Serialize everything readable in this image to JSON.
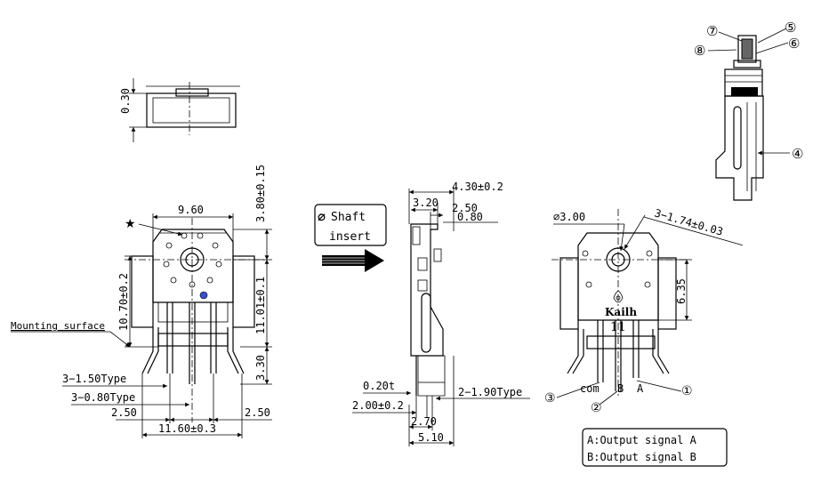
{
  "top_view": {
    "height_dim": "0.30"
  },
  "front_view": {
    "width_dim": "9.60",
    "star": "★",
    "top_dim": "3.80±0.15",
    "left_height": "10.70±0.2",
    "right_height": "11.01±0.1",
    "mounting_label": "Mounting surface",
    "pin_dim": "3.30",
    "pin_type_a": "3−1.50Type",
    "pin_type_b": "3−0.80Type",
    "spacing_left": "2.50",
    "spacing_right": "2.50",
    "total_width": "11.60±0.3"
  },
  "shaft_box": {
    "icon": "⌀",
    "line1": "Shaft",
    "line2": "insert"
  },
  "side_view": {
    "d1": "4.30±0.2",
    "d2": "3.20",
    "d3": "2.50",
    "d4": "0.80",
    "thickness": "0.20t",
    "offset": "2.00±0.2",
    "pin_type": "2−1.90Type",
    "d5": "2.70",
    "d6": "5.10"
  },
  "rear_view": {
    "diameter": "⌀3.00",
    "holes": "3−1.74±0.03",
    "height": "6.35",
    "brand": "Kailh",
    "number": "11",
    "pin_com": "com",
    "pin_b": "B",
    "pin_a": "A",
    "pin1": "①",
    "pin2": "②",
    "pin3": "③"
  },
  "legend": {
    "line_a": "A:Output signal A",
    "line_b": "B:Output signal B"
  },
  "exploded": {
    "n4": "④",
    "n5": "⑤",
    "n6": "⑥",
    "n7": "⑦",
    "n8": "⑧"
  }
}
